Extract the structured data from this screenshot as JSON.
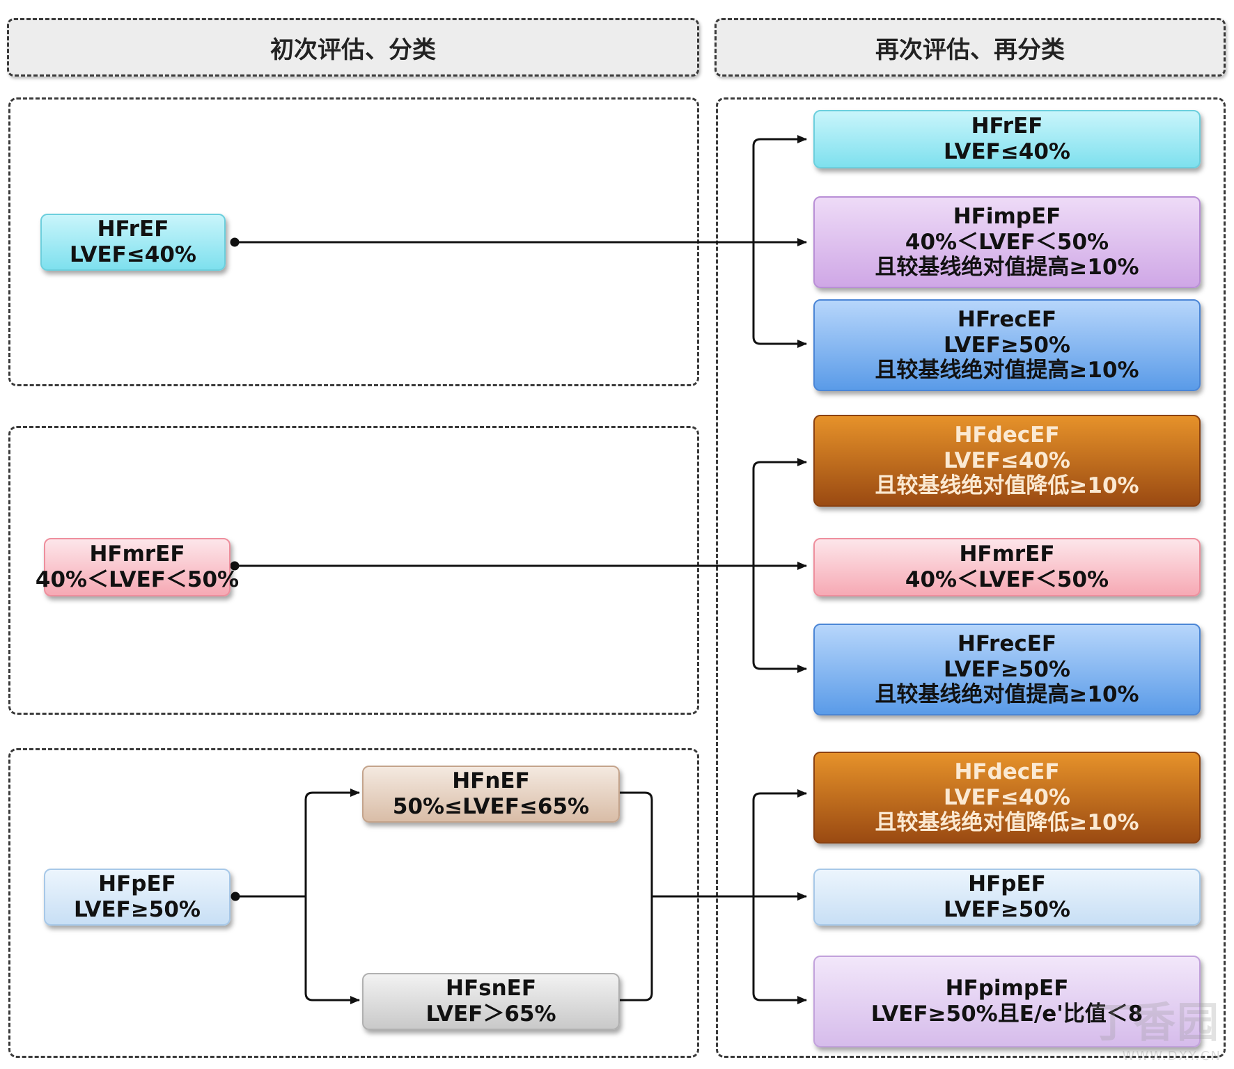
{
  "headers": {
    "initial": "初次评估、分类",
    "reassess": "再次评估、再分类"
  },
  "initial": {
    "hfref": [
      "HFrEF",
      "LVEF≤40%"
    ],
    "hfmref": [
      "HFmrEF",
      "40%＜LVEF＜50%"
    ],
    "hfpef": [
      "HFpEF",
      "LVEF≥50%"
    ],
    "hfnef": [
      "HFnEF",
      "50%≤LVEF≤65%"
    ],
    "hfsnef": [
      "HFsnEF",
      "LVEF＞65%"
    ]
  },
  "reassess": {
    "g1": [
      [
        "HFrEF",
        "LVEF≤40%"
      ],
      [
        "HFimpEF",
        "40%＜LVEF＜50%",
        "且较基线绝对值提高≥10%"
      ],
      [
        "HFrecEF",
        "LVEF≥50%",
        "且较基线绝对值提高≥10%"
      ]
    ],
    "g2": [
      [
        "HFdecEF",
        "LVEF≤40%",
        "且较基线绝对值降低≥10%"
      ],
      [
        "HFmrEF",
        "40%＜LVEF＜50%"
      ],
      [
        "HFrecEF",
        "LVEF≥50%",
        "且较基线绝对值提高≥10%"
      ]
    ],
    "g3": [
      [
        "HFdecEF",
        "LVEF≤40%",
        "且较基线绝对值降低≥10%"
      ],
      [
        "HFpEF",
        "LVEF≥50%"
      ],
      [
        "HFpimpEF",
        "LVEF≥50%且E/e'比值＜8"
      ]
    ]
  },
  "colors": {
    "cyan": "#7ee0ee",
    "purple": "#cfa7e6",
    "blue": "#5a9be8",
    "orange": "#b25a18",
    "pink": "#f6a9b4",
    "light_blue": "#c8dff5",
    "lavender": "#d6bceb",
    "tan": "#d9bda7",
    "gray": "#c9c9c9",
    "line": "#111111"
  },
  "watermark": {
    "text": "丁香园",
    "url": "WWW.DXY.CN"
  }
}
